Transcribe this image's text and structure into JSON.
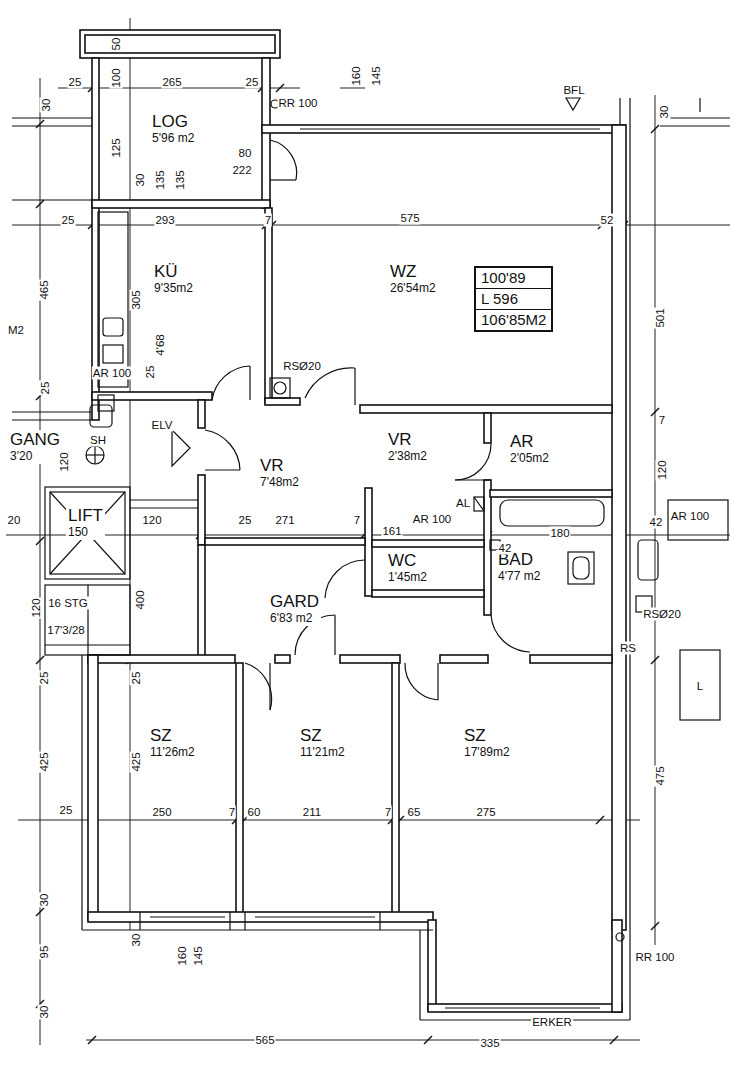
{
  "diagram": {
    "nodes": [
      {
        "text": [
          "LOG",
          "5'96 m2"
        ]
      },
      {
        "text": [
          "KÜ",
          "9'35m2"
        ]
      },
      {
        "text": [
          "WZ",
          "26'54m2"
        ]
      },
      {
        "text": [
          "100'89",
          "L 596",
          "106'85M2"
        ],
        "in": 2
      },
      {
        "text": [
          "GANG",
          "3'20"
        ]
      },
      {
        "text": [
          "LIFT",
          "150"
        ]
      },
      {
        "text": [
          "VR",
          "7'48m2"
        ]
      },
      {
        "text": [
          "VR",
          "2'38m2"
        ]
      },
      {
        "text": [
          "AR",
          "2'05m2"
        ]
      },
      {
        "text": [
          "WC",
          "1'45m2"
        ]
      },
      {
        "text": [
          "BAD",
          "4'77 m2"
        ]
      },
      {
        "text": [
          "GARD",
          "6'83 m2"
        ]
      },
      {
        "text": [
          "SZ",
          "11'26m2"
        ]
      },
      {
        "text": [
          "SZ",
          "11'21m2"
        ]
      },
      {
        "text": [
          "SZ",
          "17'89m2"
        ]
      }
    ],
    "labels": [
      "25",
      "265",
      "25",
      "50",
      "100",
      "125",
      "30",
      "135",
      "135",
      "30",
      "RR 100",
      "160",
      "145",
      "BFL",
      "80",
      "222",
      "30",
      "25",
      "293",
      "7",
      "575",
      "52",
      "465",
      "305",
      "501",
      "4'68",
      "M2",
      "RSØ20",
      "AR 100",
      "25",
      "25",
      "SH",
      "ELV",
      "120",
      "20",
      "120",
      "25",
      "271",
      "7",
      "161",
      "AR 100",
      "AL",
      "42",
      "180",
      "7",
      "120",
      "42",
      "AR 100",
      "RSØ20",
      "RS",
      "L",
      "16 STG",
      "17'3/28",
      "120",
      "400",
      "25",
      "25",
      "425",
      "425",
      "25",
      "250",
      "7",
      "60",
      "211",
      "7",
      "65",
      "275",
      "475",
      "30",
      "95",
      "30",
      "30",
      "160",
      "145",
      "ERKER",
      "565",
      "335",
      "RR 100"
    ]
  }
}
